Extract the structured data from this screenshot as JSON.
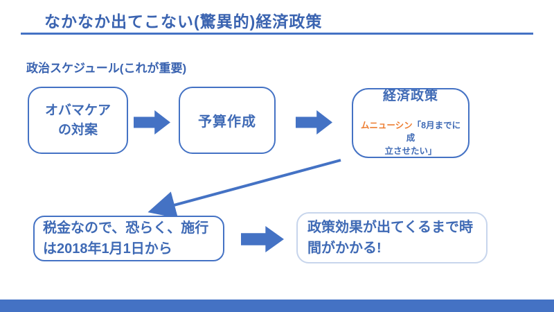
{
  "title": "なかなか出てこない(驚異的)経済政策",
  "subtitle": "政治スケジュール(これが重要)",
  "flow": {
    "step1": "オバマケア\nの対案",
    "step2": "予算作成",
    "step3_title": "経済政策",
    "step3_note_speaker": "ムニューシン",
    "step3_note_quote": "「8月までに成\n立させたい」",
    "step4": "税金なので、恐らく、施行\nは2018年1月1日から",
    "step5": "政策効果が出てくるまで時\n間がかかる!"
  },
  "colors": {
    "accent_blue": "#4472c4",
    "text_blue": "#3a63b0",
    "accent_orange": "#ed7d31",
    "faint_border_blue": "#c7d5ec"
  }
}
